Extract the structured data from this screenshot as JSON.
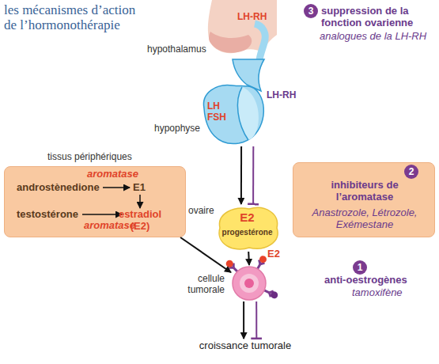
{
  "diagram": {
    "title": "les mécanismes d’action de l’hormonothérapie",
    "nodes": [
      {
        "text": [
          "hypothalamus",
          "LH-RH"
        ]
      },
      {
        "text": [
          "3"
        ]
      },
      {
        "text": [
          "LH-RH",
          "LH FSH",
          "hypophyse"
        ]
      },
      {
        "text": [
          "tissus périphériques",
          "aromatase",
          "androstènedione",
          "E1",
          "testostérone",
          "estradiol (E2)",
          "aromatase"
        ]
      },
      {
        "text": [
          "ovaire",
          "E2",
          "progestérone"
        ]
      },
      {
        "text": [
          "inhibiteurs de l’aromatase",
          "Anastrozole, Létrozole, Exémestane"
        ]
      },
      {
        "text": [
          "2"
        ],
        "in": 5
      },
      {
        "text": [
          "cellule tumorale",
          "E2"
        ]
      },
      {
        "text": [
          "1"
        ]
      },
      {
        "text": [
          "croissance tumorale"
        ]
      }
    ],
    "edges": [
      {
        "from": 2,
        "to": 4,
        "arrow": "to"
      },
      {
        "from": 2,
        "to": 4,
        "arrow": "none"
      },
      {
        "from": 4,
        "to": 7,
        "arrow": "to"
      },
      {
        "from": 3,
        "to": 7,
        "arrow": "to"
      },
      {
        "from": 7,
        "to": 9,
        "arrow": "to"
      },
      {
        "from": 7,
        "to": 9,
        "arrow": "none"
      }
    ],
    "labels": [
      "suppression de la fonction ovarienne",
      "analogues de la LH-RH",
      "anti-oestrogènes",
      "tamoxifène"
    ]
  }
}
